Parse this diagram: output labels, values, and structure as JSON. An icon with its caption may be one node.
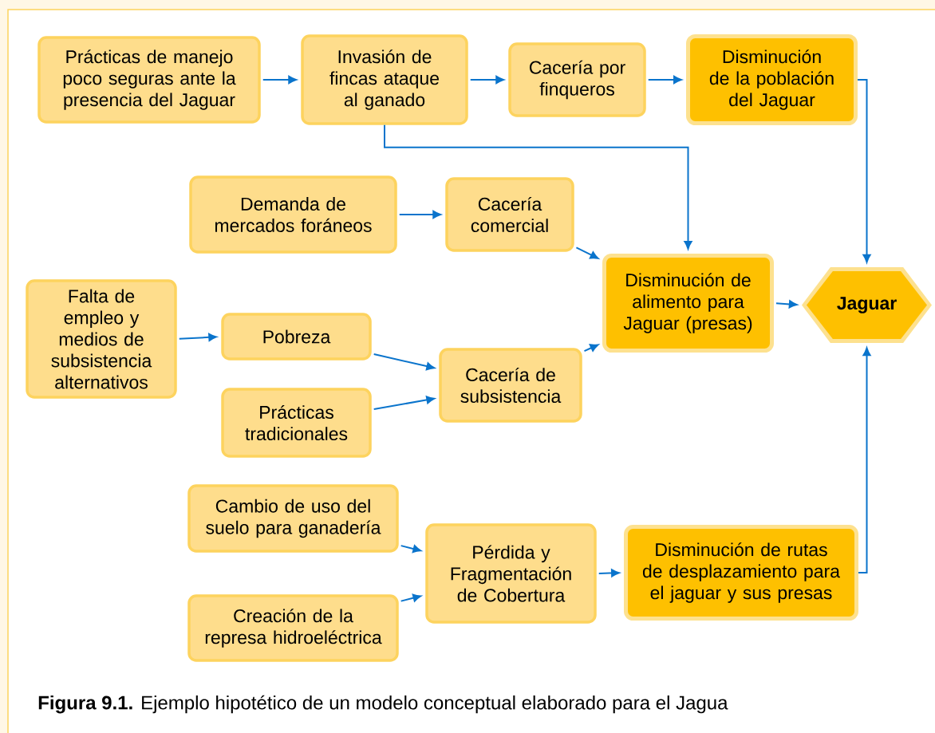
{
  "diagram": {
    "caption": "**Figura 9.1.** Ejemplo hipotético de un modelo conceptual elaborado para el Jagua",
    "nodes": [
      {
        "text": [
          "Prácticas de manejo poco seguras ante la presencia del Jaguar"
        ]
      },
      {
        "text": [
          "Invasión de fincas ataque al ganado"
        ]
      },
      {
        "text": [
          "Cacería por finqueros"
        ]
      },
      {
        "text": [
          "Disminución de la población del Jaguar"
        ]
      },
      {
        "text": [
          "Demanda de mercados foráneos"
        ]
      },
      {
        "text": [
          "Cacería comercial"
        ]
      },
      {
        "text": [
          "Disminución de alimento para Jaguar (presas)"
        ]
      },
      {
        "text": [
          "Jaguar"
        ]
      },
      {
        "text": [
          "Falta de empleo y medios de subsistencia alternativos"
        ]
      },
      {
        "text": [
          "Pobreza"
        ]
      },
      {
        "text": [
          "Cacería de subsistencia"
        ]
      },
      {
        "text": [
          "Prácticas tradicionales"
        ]
      },
      {
        "text": [
          "Cambio de uso del suelo para ganadería"
        ]
      },
      {
        "text": [
          "Pérdida y Fragmentación de Cobertura"
        ]
      },
      {
        "text": [
          "Disminución de rutas de desplazamiento para el jaguar y sus presas"
        ]
      },
      {
        "text": [
          "Creación de la represa hidroeléctrica"
        ]
      }
    ],
    "edges": [
      {
        "from": 0,
        "to": 1,
        "arrow": "to"
      },
      {
        "from": 1,
        "to": 2,
        "arrow": "to"
      },
      {
        "from": 2,
        "to": 3,
        "arrow": "to"
      },
      {
        "from": 1,
        "to": 6,
        "arrow": "to"
      },
      {
        "from": 3,
        "to": 7,
        "arrow": "to"
      },
      {
        "from": 4,
        "to": 5,
        "arrow": "to"
      },
      {
        "from": 5,
        "to": 6,
        "arrow": "to"
      },
      {
        "from": 8,
        "to": 9,
        "arrow": "to"
      },
      {
        "from": 9,
        "to": 10,
        "arrow": "to"
      },
      {
        "from": 11,
        "to": 10,
        "arrow": "to"
      },
      {
        "from": 10,
        "to": 6,
        "arrow": "to"
      },
      {
        "from": 6,
        "to": 7,
        "arrow": "to"
      },
      {
        "from": 12,
        "to": 13,
        "arrow": "to"
      },
      {
        "from": 15,
        "to": 13,
        "arrow": "to"
      },
      {
        "from": 13,
        "to": 14,
        "arrow": "to"
      },
      {
        "from": 14,
        "to": 7,
        "arrow": "to"
      }
    ]
  }
}
